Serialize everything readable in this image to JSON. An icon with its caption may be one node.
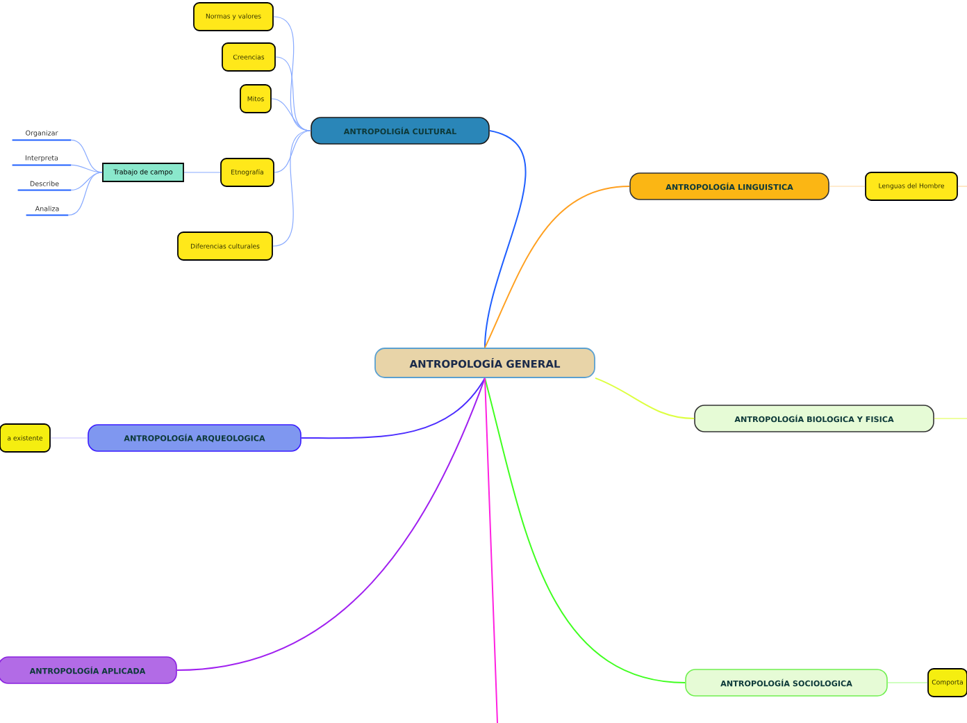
{
  "diagram": {
    "nodes": [
      {
        "text": [
          "ANTROPOLOGÍA GENERAL"
        ]
      },
      {
        "text": [
          "ANTROPOLIGÍA CULTURAL"
        ]
      },
      {
        "text": [
          "Normas y valores"
        ]
      },
      {
        "text": [
          "Creencias"
        ]
      },
      {
        "text": [
          "Mitos"
        ]
      },
      {
        "text": [
          "Etnografía"
        ]
      },
      {
        "text": [
          "Trabajo de campo"
        ]
      },
      {
        "text": [
          "Organizar"
        ]
      },
      {
        "text": [
          "Interpreta"
        ]
      },
      {
        "text": [
          "Describe"
        ]
      },
      {
        "text": [
          "Analiza"
        ]
      },
      {
        "text": [
          "Diferencias culturales"
        ]
      },
      {
        "text": [
          "ANTROPOLOGÍA LINGUISTICA"
        ]
      },
      {
        "text": [
          "Lenguas del Hombre"
        ]
      },
      {
        "text": [
          "ANTROPOLOGÍA BIOLOGICA Y FISICA"
        ]
      },
      {
        "text": [
          "ANTROPOLOGÍA ARQUEOLOGICA"
        ]
      },
      {
        "text": [
          "a existente"
        ]
      },
      {
        "text": [
          "ANTROPOLOGÍA APLICADA"
        ]
      },
      {
        "text": [
          "ANTROPOLOGÍA SOCIOLOGICA"
        ]
      },
      {
        "text": [
          "Comporta"
        ]
      }
    ],
    "edges": [
      {
        "from": 0,
        "to": 1,
        "arrow": "none",
        "color": "#1f5fff"
      },
      {
        "from": 0,
        "to": 12,
        "arrow": "none",
        "color": "#ffa020"
      },
      {
        "from": 0,
        "to": 14,
        "arrow": "none",
        "color": "#ddff40"
      },
      {
        "from": 0,
        "to": 15,
        "arrow": "none",
        "color": "#4b2cff"
      },
      {
        "from": 0,
        "to": 17,
        "arrow": "none",
        "color": "#a020f0"
      },
      {
        "from": 0,
        "to": 18,
        "arrow": "none",
        "color": "#40ff20"
      },
      {
        "from": 0,
        "to": null,
        "arrow": "none",
        "color": "#ff20e0"
      },
      {
        "from": 1,
        "to": 2,
        "arrow": "none"
      },
      {
        "from": 1,
        "to": 3,
        "arrow": "none"
      },
      {
        "from": 1,
        "to": 4,
        "arrow": "none"
      },
      {
        "from": 1,
        "to": 5,
        "arrow": "none"
      },
      {
        "from": 1,
        "to": 11,
        "arrow": "none"
      },
      {
        "from": 5,
        "to": 6,
        "arrow": "none"
      },
      {
        "from": 6,
        "to": 7,
        "arrow": "none"
      },
      {
        "from": 6,
        "to": 8,
        "arrow": "none"
      },
      {
        "from": 6,
        "to": 9,
        "arrow": "none"
      },
      {
        "from": 6,
        "to": 10,
        "arrow": "none"
      },
      {
        "from": 12,
        "to": 13,
        "arrow": "none",
        "color": "#ffd8a0"
      },
      {
        "from": 13,
        "to": null,
        "arrow": "none",
        "color": "#ffd8a0"
      },
      {
        "from": 14,
        "to": null,
        "arrow": "none",
        "color": "#ddff40"
      },
      {
        "from": 15,
        "to": 16,
        "arrow": "none",
        "color": "#c8c0ff"
      },
      {
        "from": 18,
        "to": 19,
        "arrow": "none",
        "color": "#a0ff80"
      }
    ]
  }
}
